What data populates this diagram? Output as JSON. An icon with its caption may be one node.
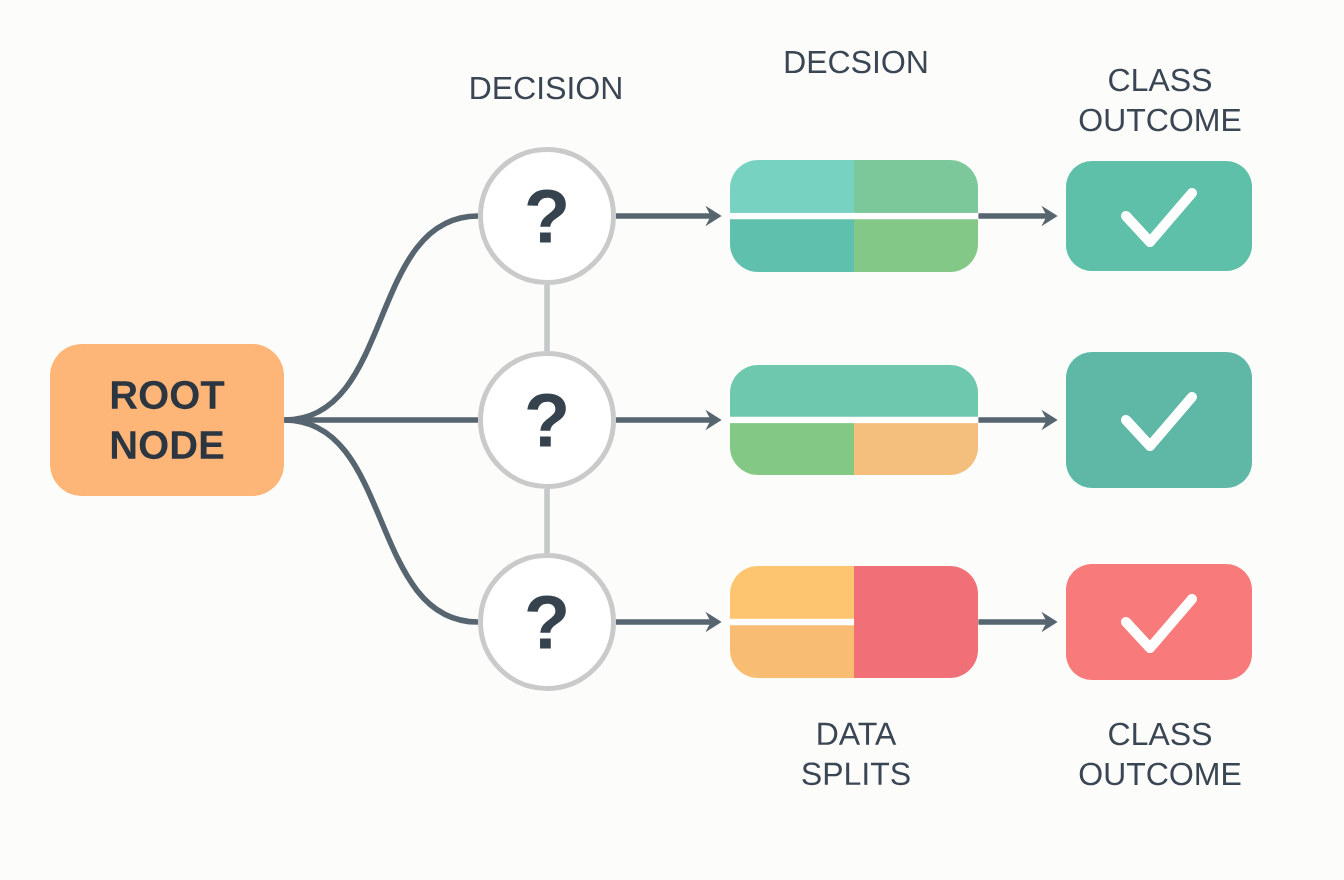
{
  "diagram": {
    "nodes": [
      {
        "text": [
          "ROOT NODE"
        ]
      },
      {
        "text": [
          "?"
        ]
      },
      {
        "text": [
          "?"
        ]
      },
      {
        "text": [
          "?"
        ]
      },
      {
        "text": [],
        "shape": "box"
      },
      {
        "text": [],
        "shape": "box"
      },
      {
        "text": [],
        "shape": "box"
      },
      {
        "text": [],
        "shape": "box"
      },
      {
        "text": [],
        "shape": "box"
      },
      {
        "text": [],
        "shape": "box"
      }
    ],
    "edges": [
      {
        "from": 0,
        "to": 1,
        "arrow": "none"
      },
      {
        "from": 0,
        "to": 2,
        "arrow": "none"
      },
      {
        "from": 0,
        "to": 3,
        "arrow": "none"
      },
      {
        "from": 1,
        "to": 2,
        "arrow": "none",
        "color": "#c4c8c7"
      },
      {
        "from": 2,
        "to": 3,
        "arrow": "none",
        "color": "#c4c8c7"
      },
      {
        "from": 1,
        "to": 4,
        "arrow": "to"
      },
      {
        "from": 2,
        "to": 5,
        "arrow": "to"
      },
      {
        "from": 3,
        "to": 6,
        "arrow": "to"
      },
      {
        "from": 4,
        "to": 7,
        "arrow": "to"
      },
      {
        "from": 5,
        "to": 8,
        "arrow": "to"
      },
      {
        "from": 6,
        "to": 9,
        "arrow": "to"
      }
    ],
    "labels": [
      "DECISION",
      "DECSION",
      "CLASS OUTCOME",
      "DATA SPLITS",
      "CLASS OUTCOME"
    ]
  }
}
